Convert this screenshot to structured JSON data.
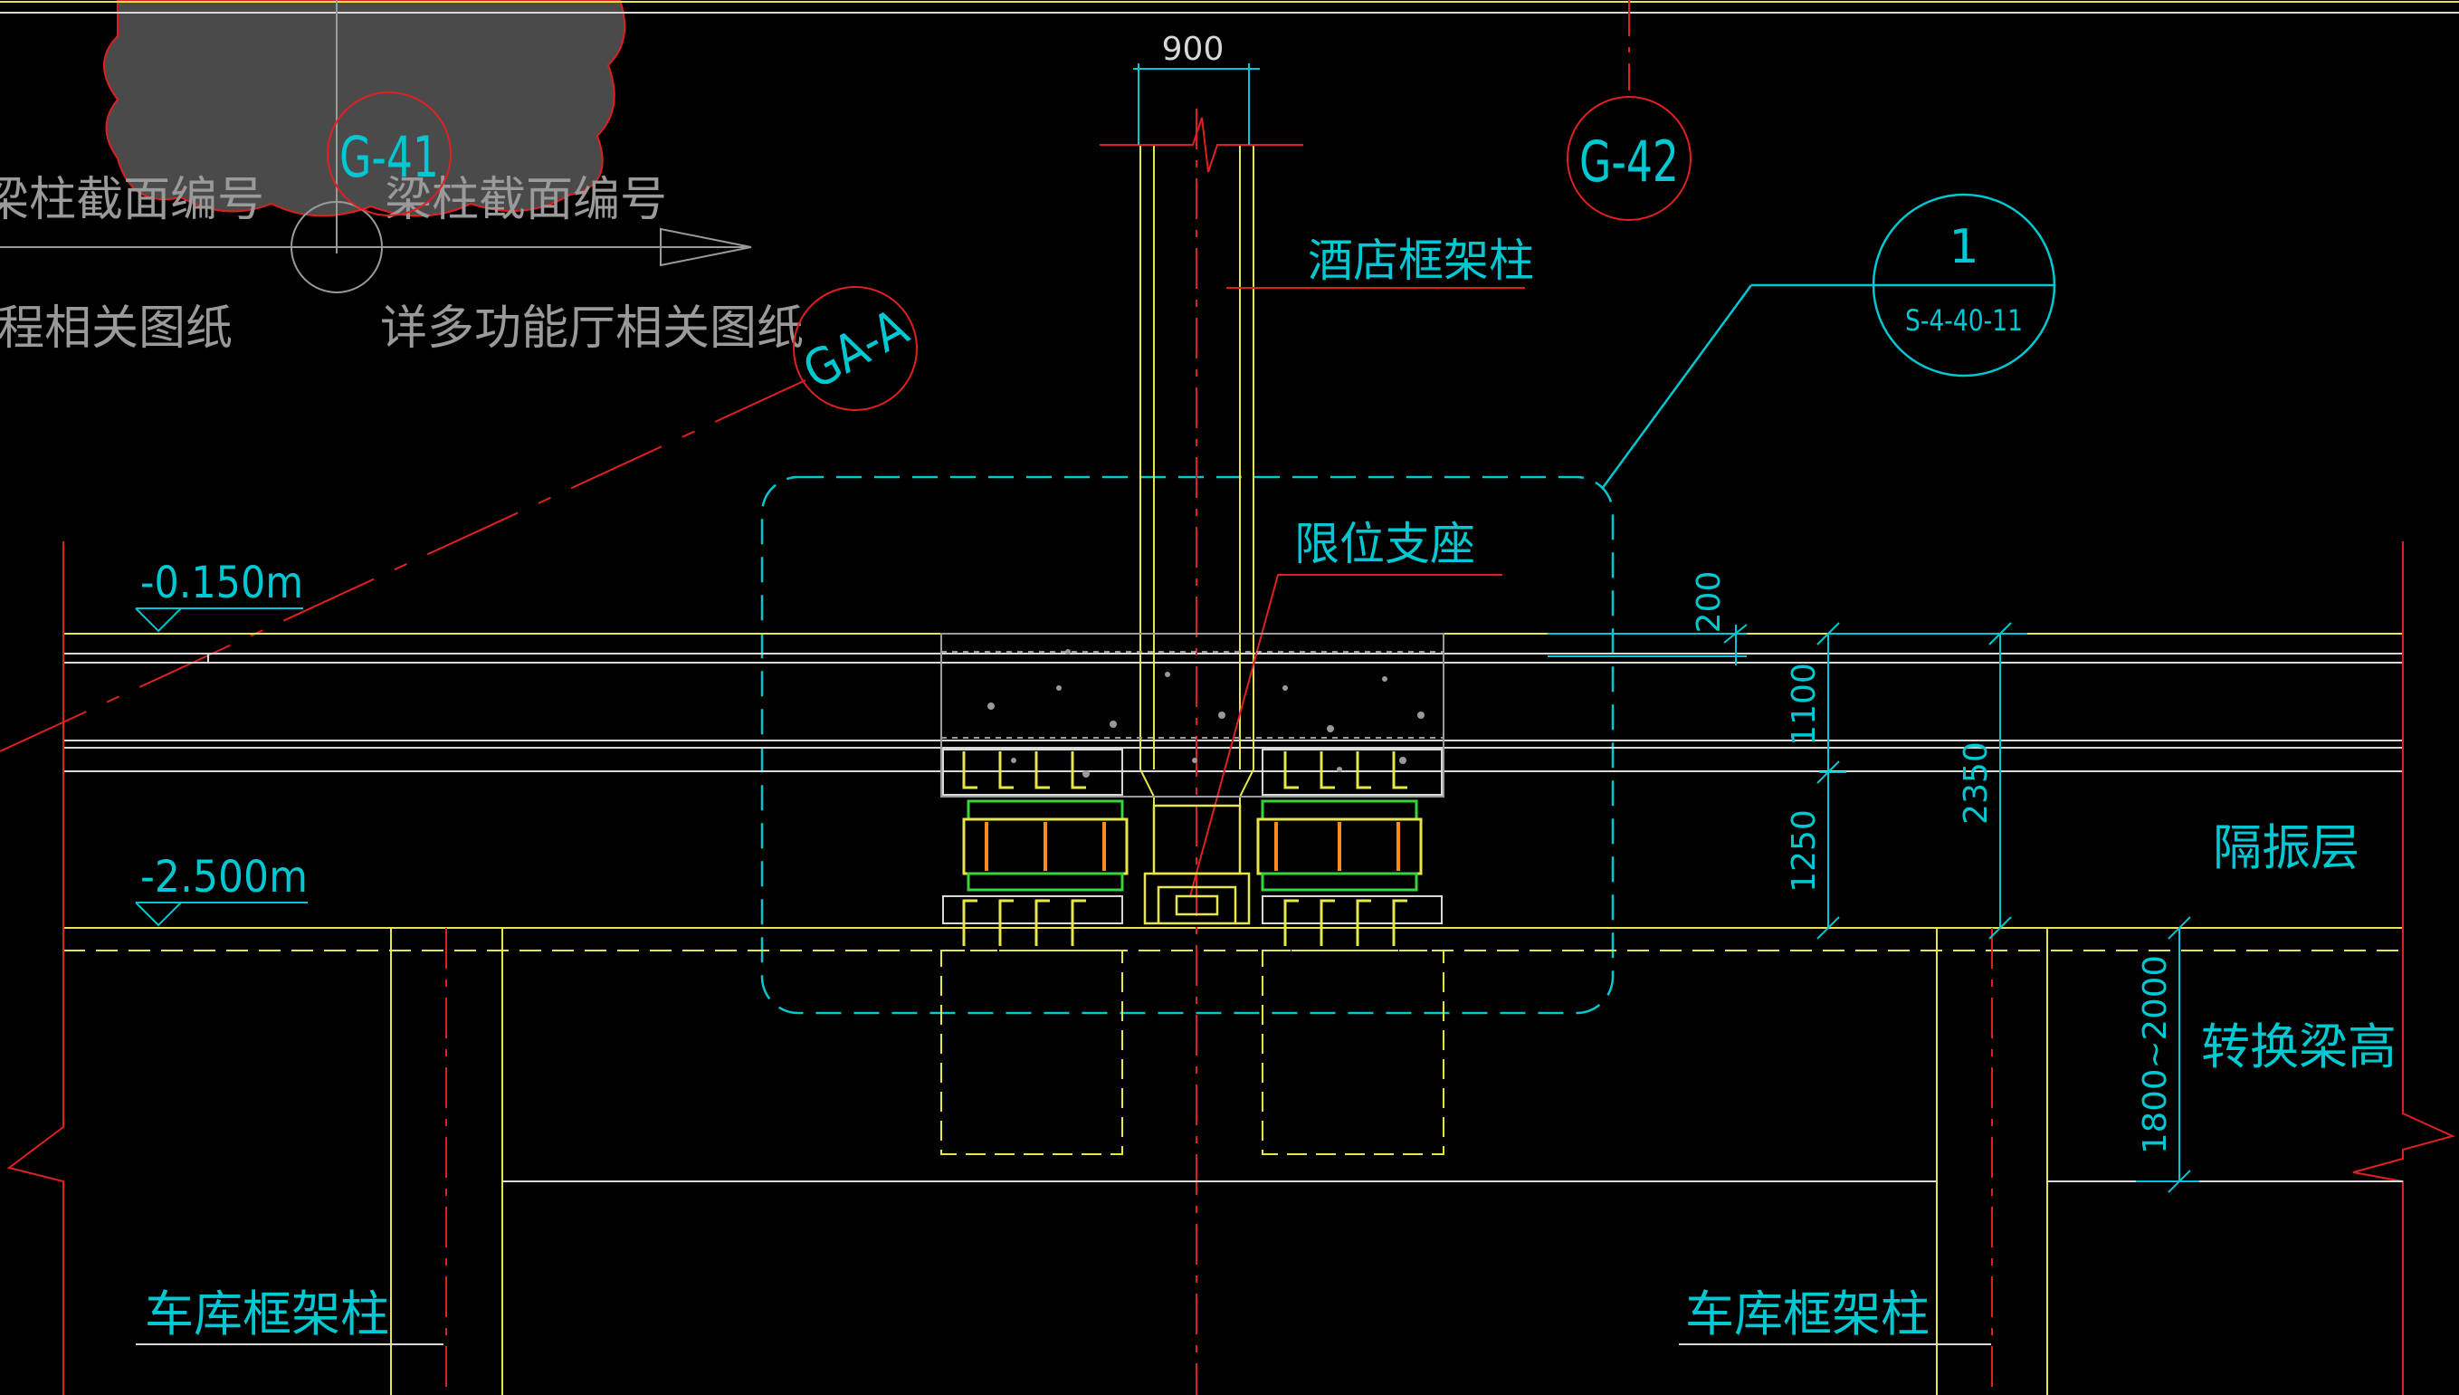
{
  "colors": {
    "background": "#000000",
    "cyan": "#00c8d2",
    "yellow": "#e6e64a",
    "red": "#e02020",
    "white": "#d8d8d8",
    "grey": "#9a9a9a",
    "cloud_fill": "#4a4a4a",
    "green": "#36d63a",
    "orange": "#ff8a1e"
  },
  "axis_bubbles": {
    "g41": "G-41",
    "g42": "G-42",
    "ga_a": "GA-A"
  },
  "dimensions": {
    "column_width": "900",
    "slab_gap": "200",
    "slab_thickness": "1100",
    "bearing_zone": "1250",
    "total_height": "2350",
    "transfer_beam_range": "1800~2000"
  },
  "elevations": {
    "upper": "-0.150m",
    "lower": "-2.500m"
  },
  "labels": {
    "hotel_column": "酒店框架柱",
    "limit_bearing": "限位支座",
    "isolation_layer": "隔振层",
    "transfer_beam_height": "转换梁高",
    "garage_column_left": "车库框架柱",
    "garage_column_right": "车库框架柱"
  },
  "detail_callout": {
    "number": "1",
    "sheet": "S-4-40-11"
  },
  "background_notes": {
    "note_left_top": "梁柱截面编号",
    "note_mid_top": "梁柱截面编号",
    "note_left_bottom": "工程相关图纸",
    "note_mid_bottom": "详多功能厅相关图纸"
  }
}
